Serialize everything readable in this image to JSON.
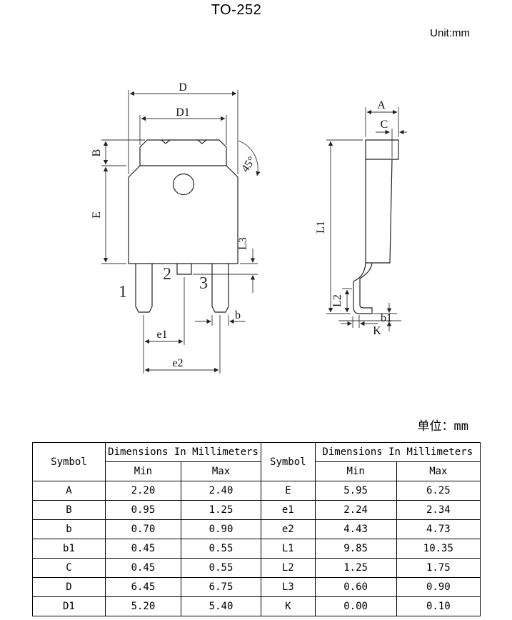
{
  "page": {
    "title": "TO-252",
    "unit_label": "Unit:mm",
    "table_unit_label": "单位：mm"
  },
  "drawing": {
    "labels": {
      "D": "D",
      "D1": "D1",
      "B": "B",
      "E": "E",
      "L3": "L3",
      "b": "b",
      "e1": "e1",
      "e2": "e2",
      "angle": "45°",
      "pin1": "1",
      "pin2": "2",
      "pin3": "3",
      "A": "A",
      "C": "C",
      "L1": "L1",
      "L2": "L2",
      "b1": "b1",
      "K": "K"
    }
  },
  "table": {
    "header": {
      "symbol": "Symbol",
      "dims": "Dimensions In Millimeters",
      "min": "Min",
      "max": "Max"
    },
    "rows": [
      {
        "s1": "A",
        "min1": "2.20",
        "max1": "2.40",
        "s2": "E",
        "min2": "5.95",
        "max2": "6.25"
      },
      {
        "s1": "B",
        "min1": "0.95",
        "max1": "1.25",
        "s2": "e1",
        "min2": "2.24",
        "max2": "2.34"
      },
      {
        "s1": "b",
        "min1": "0.70",
        "max1": "0.90",
        "s2": "e2",
        "min2": "4.43",
        "max2": "4.73"
      },
      {
        "s1": "b1",
        "min1": "0.45",
        "max1": "0.55",
        "s2": "L1",
        "min2": "9.85",
        "max2": "10.35"
      },
      {
        "s1": "C",
        "min1": "0.45",
        "max1": "0.55",
        "s2": "L2",
        "min2": "1.25",
        "max2": "1.75"
      },
      {
        "s1": "D",
        "min1": "6.45",
        "max1": "6.75",
        "s2": "L3",
        "min2": "0.60",
        "max2": "0.90"
      },
      {
        "s1": "D1",
        "min1": "5.20",
        "max1": "5.40",
        "s2": "K",
        "min2": "0.00",
        "max2": "0.10"
      }
    ]
  }
}
